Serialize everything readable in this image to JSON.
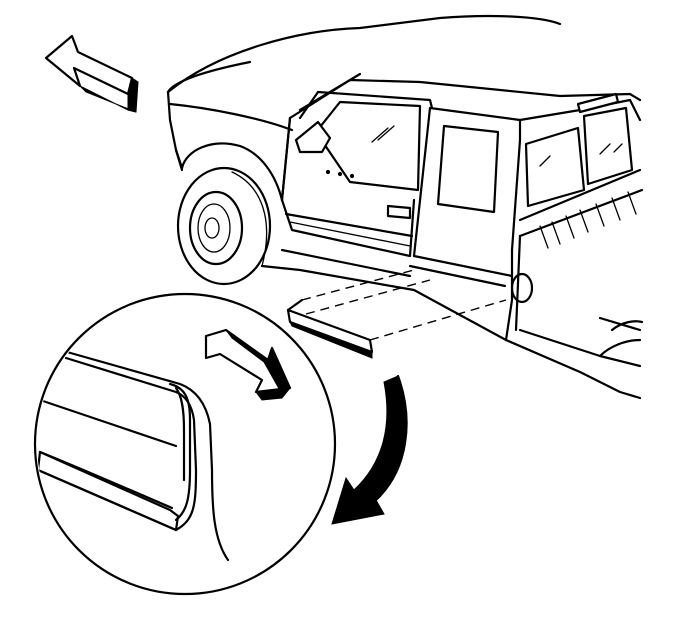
{
  "figure": {
    "subject": "pickup-truck-side-view",
    "detail": "rocker-panel-molding-removal",
    "icons": [
      "forward-direction-arrow",
      "slide-direction-arrow",
      "detail-callout-arrow"
    ],
    "colors": {
      "line": "#000000",
      "background": "#ffffff"
    }
  }
}
